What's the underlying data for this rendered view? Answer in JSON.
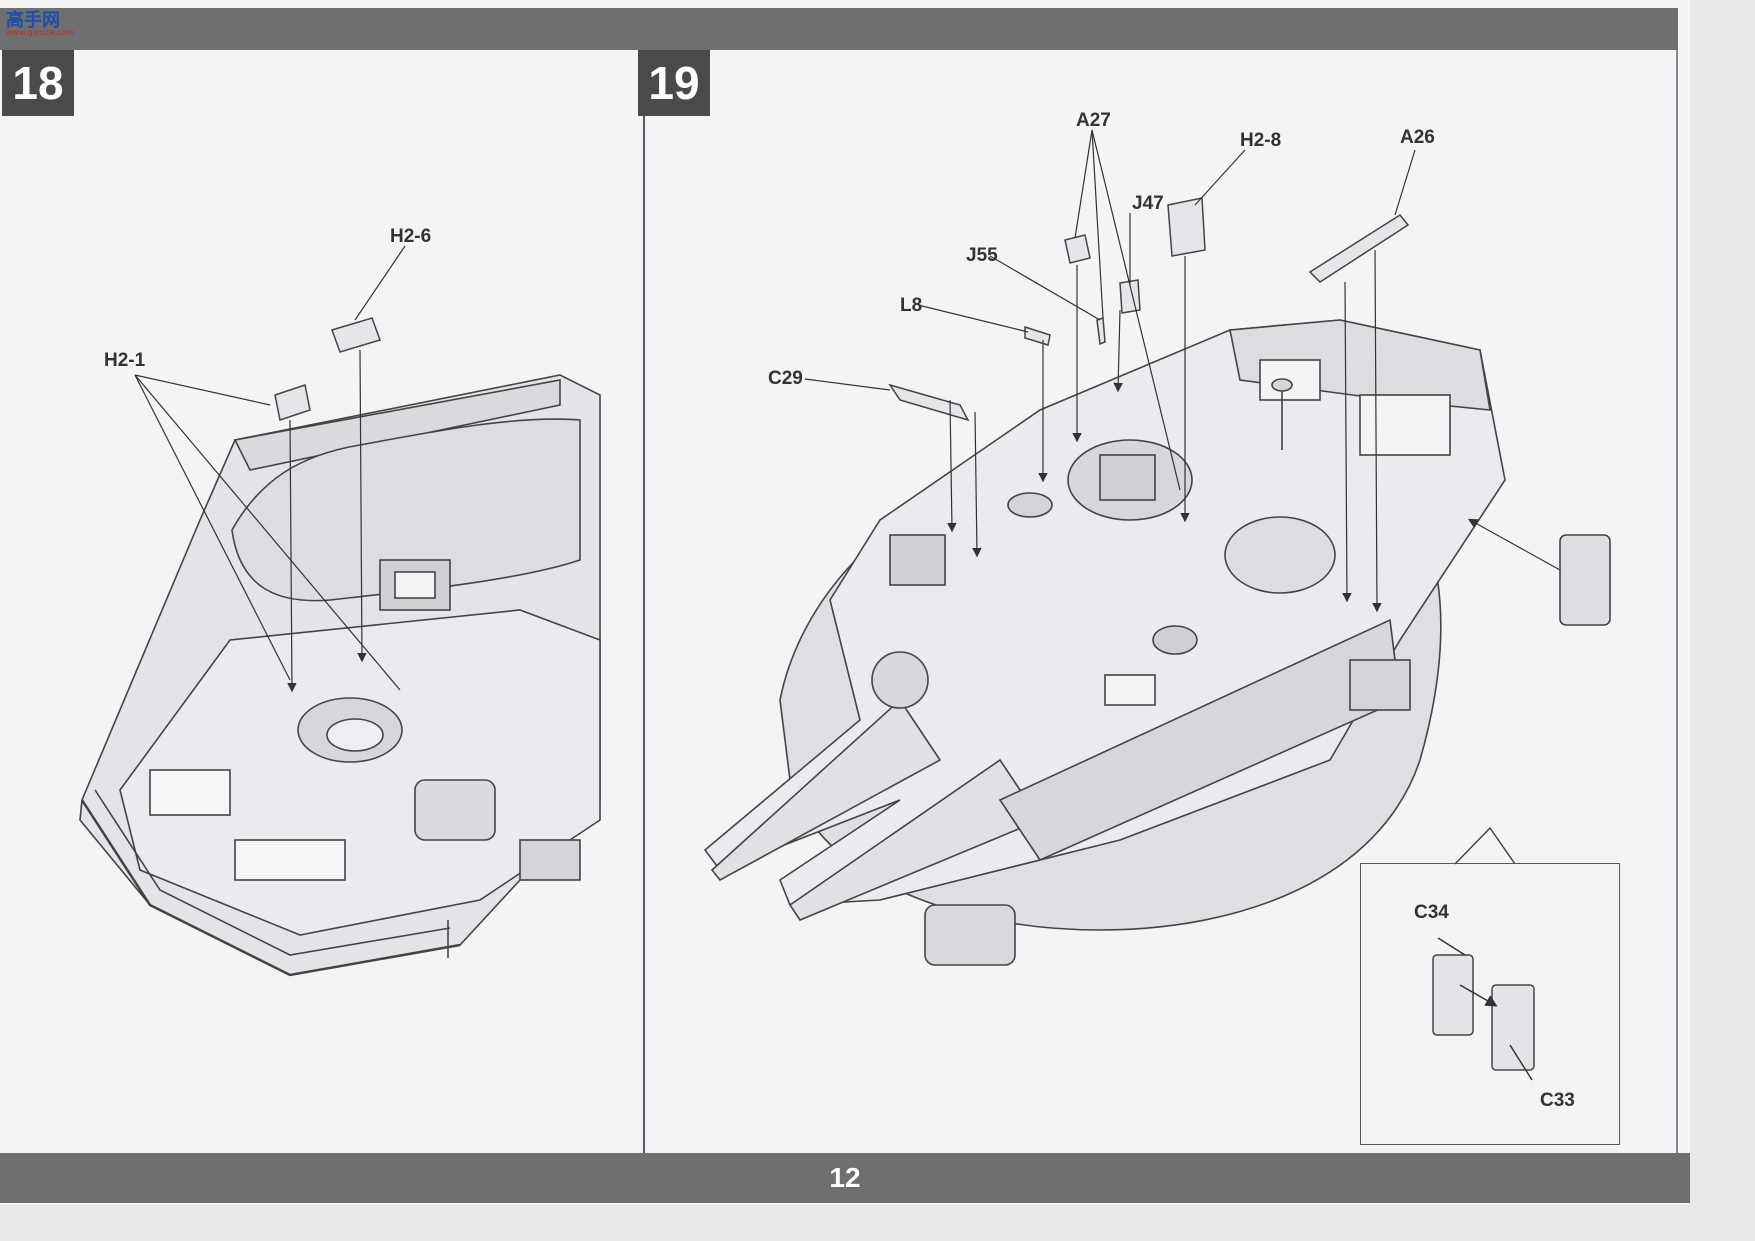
{
  "logo": {
    "name": "site-logo",
    "text_cn": "高手网",
    "url": "www.gsmzw.com"
  },
  "page": {
    "number": "12"
  },
  "steps": [
    {
      "number": "18",
      "callouts": [
        "H2-6",
        "H2-1"
      ]
    },
    {
      "number": "19",
      "callouts": [
        "A27",
        "H2-8",
        "A26",
        "J47",
        "J55",
        "L8",
        "C29"
      ],
      "inset_callouts": [
        "C34",
        "C33"
      ]
    }
  ]
}
